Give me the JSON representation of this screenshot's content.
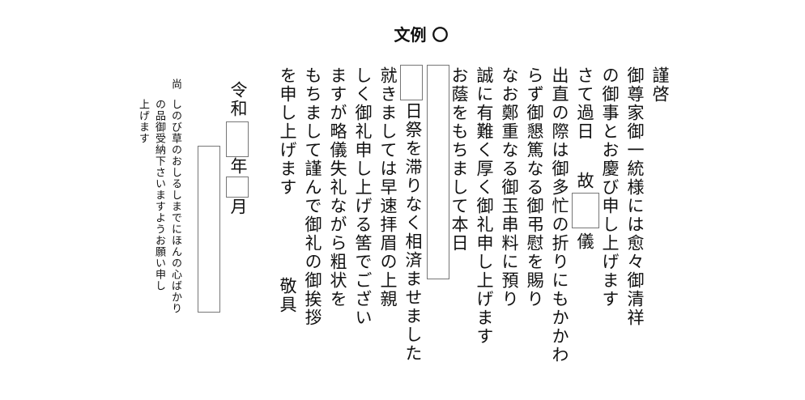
{
  "title": "文例 〇",
  "letter": {
    "opening": "謹啓",
    "lines": [
      "御尊家御一統様には愈々御清祥",
      "の御事とお慶び申し上げます",
      "さて過日",
      "故",
      "儀",
      "出直の際は御多忙の折りにもかかわ",
      "らず御懇篤なる御弔慰を賜り",
      "なお鄭重なる御玉串料に預り",
      "誠に有難く厚く御礼申し上げます",
      "お蔭をもちまして本日",
      "日祭を滞りなく相済ませました",
      "就きましては早速拝眉の上親",
      "しく御礼申し上げる筈でござい",
      "ますが略儀失礼ながら粗状を",
      "もちまして謹んで御礼の御挨拶",
      "を申し上げます",
      "敬具"
    ],
    "date_era": "令和",
    "year_unit": "年",
    "month_unit": "月"
  },
  "postscript": {
    "head": "尚",
    "lines": [
      "しのび草のおしるしまでにほんの心ばかり",
      "の品御受納下さいますようお願い申し",
      "上げます"
    ]
  }
}
